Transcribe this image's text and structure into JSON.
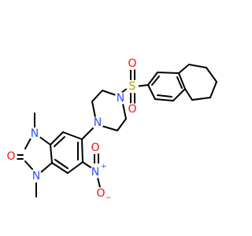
{
  "molecule": {
    "atoms": {
      "n1": {
        "symbol": "N",
        "color": "#3050F8"
      },
      "n3": {
        "symbol": "N",
        "color": "#3050F8"
      },
      "o_carbonyl": {
        "symbol": "O",
        "color": "#FF0D0D"
      },
      "n_pip_a": {
        "symbol": "N",
        "color": "#3050F8"
      },
      "n_pip_b": {
        "symbol": "N",
        "color": "#3050F8"
      },
      "s": {
        "symbol": "S",
        "color": "#B2A000"
      },
      "o_s1": {
        "symbol": "O",
        "color": "#FF0D0D"
      },
      "o_s2": {
        "symbol": "O",
        "color": "#FF0D0D"
      },
      "n_nitro": {
        "symbol": "N",
        "color": "#3050F8",
        "charge": "+"
      },
      "o_nitro1": {
        "symbol": "O",
        "color": "#FF0D0D"
      },
      "o_nitro2": {
        "symbol": "O",
        "color": "#FF0D0D",
        "charge": "−"
      }
    }
  }
}
